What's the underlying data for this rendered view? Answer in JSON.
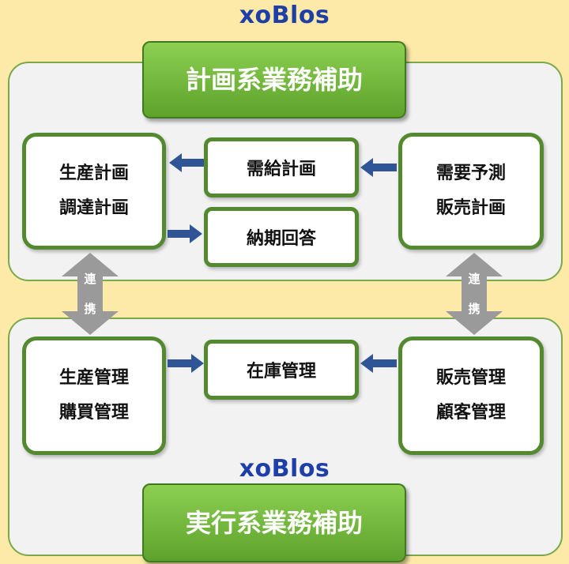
{
  "colors": {
    "background": "#fde9a8",
    "panel": "#f2f2f2",
    "panel_border": "#7aa84a",
    "brand": "#1f3fa8",
    "header_fill": "#6fb63a",
    "box_border": "#538a30",
    "arrow": "#2f5597",
    "link_arrow": "#9a9a9a"
  },
  "top": {
    "brand": "xoBlos",
    "header": "計画系業務補助",
    "left_box": [
      "生産計画",
      "調達計画"
    ],
    "right_box": [
      "需要予測",
      "販売計画"
    ],
    "pill_supply": "需給計画",
    "pill_delivery": "納期回答"
  },
  "bottom": {
    "brand": "xoBlos",
    "header": "実行系業務補助",
    "left_box": [
      "生産管理",
      "購買管理"
    ],
    "right_box": [
      "販売管理",
      "顧客管理"
    ],
    "pill_inventory": "在庫管理"
  },
  "links": {
    "left": [
      "連",
      "携"
    ],
    "right": [
      "連",
      "携"
    ]
  },
  "icons": {
    "flow_arrow": "arrow-icon",
    "link_arrow": "double-arrow-icon"
  }
}
